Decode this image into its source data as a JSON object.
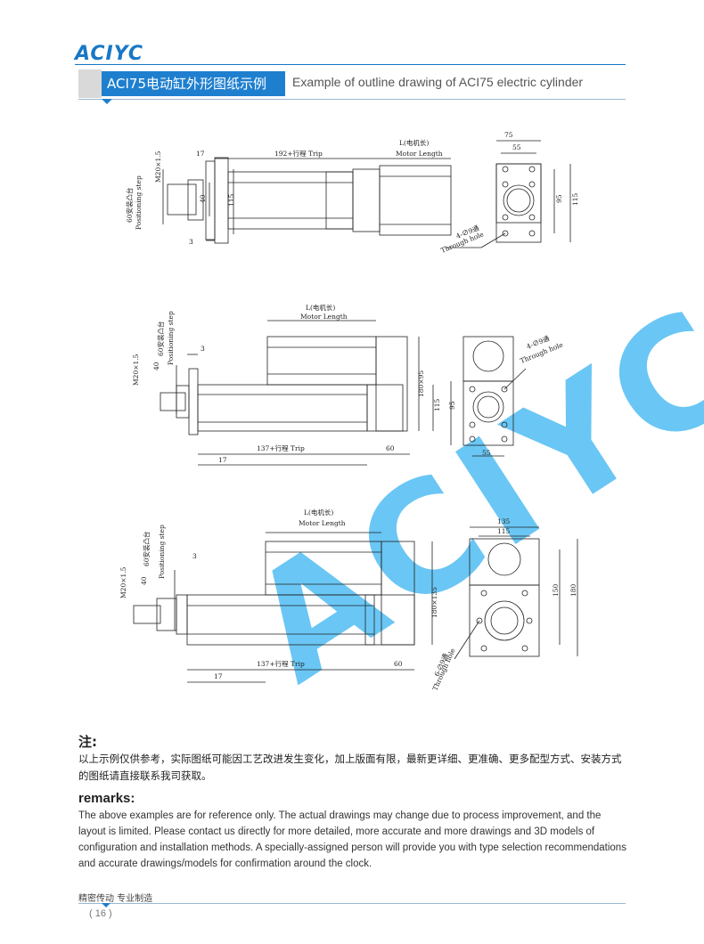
{
  "brand": {
    "logo_text": "ACIYC",
    "watermark": "ACIYC",
    "accent": "#1f7fcf"
  },
  "header": {
    "title_cn": "ACI75电动缸外形图纸示例",
    "title_en": "Example of outline drawing of ACI75 electric cylinder"
  },
  "drawing1": {
    "dim_17": "17",
    "dim_trip": "192+行程 Trip",
    "motor_cn": "L(电机长)",
    "motor_en": "Motor Length",
    "thread": "M20×1.5",
    "dim_40": "40",
    "dim_115": "115",
    "dim_3": "3",
    "step_cn": "60安装凸台",
    "step_en": "Positioning step",
    "end_75": "75",
    "end_55": "55",
    "end_95": "95",
    "end_115": "115",
    "hole_cn": "4-∅9通",
    "hole_en": "Through hole"
  },
  "drawing2": {
    "motor_cn": "L(电机长)",
    "motor_en": "Motor Length",
    "step_cn": "60安装凸台",
    "step_en": "Positioning step",
    "dim_3": "3",
    "thread": "M20×1.5",
    "dim_40": "40",
    "dim_180x95": "180×95",
    "dim_115": "115",
    "dim_95": "95",
    "dim_trip": "137+行程 Trip",
    "dim_60": "60",
    "dim_17": "17",
    "dim_55": "55",
    "hole_cn": "4-∅9通",
    "hole_en": "Through hole"
  },
  "drawing3": {
    "motor_cn": "L(电机长)",
    "motor_en": "Motor Length",
    "step_cn": "60安装凸台",
    "step_en": "Positioning step",
    "dim_3": "3",
    "thread": "M20×1.5",
    "dim_40": "40",
    "dim_180x135": "180×135",
    "dim_trip": "137+行程 Trip",
    "dim_60": "60",
    "dim_17": "17",
    "end_135": "135",
    "end_115": "115",
    "end_150": "150",
    "end_180": "180",
    "hole_cn": "6-∅9通",
    "hole_en": "Through hole"
  },
  "notes": {
    "heading_cn": "注:",
    "text_cn": "以上示例仅供参考，实际图纸可能因工艺改进发生变化，加上版面有限，最新更详细、更准确、更多配型方式、安装方式的图纸请直接联系我司获取。",
    "heading_en": "remarks:",
    "text_en": "The above examples are for reference only. The actual drawings may change due to process improvement, and the layout is limited. Please contact us directly for more detailed, more accurate and more drawings and 3D models of configuration and installation methods. A specially-assigned person will provide you with type selection recommendations and accurate drawings/models for confirmation around the clock."
  },
  "footer": {
    "tagline": "精密传动  专业制造",
    "page": "( 16 )"
  }
}
